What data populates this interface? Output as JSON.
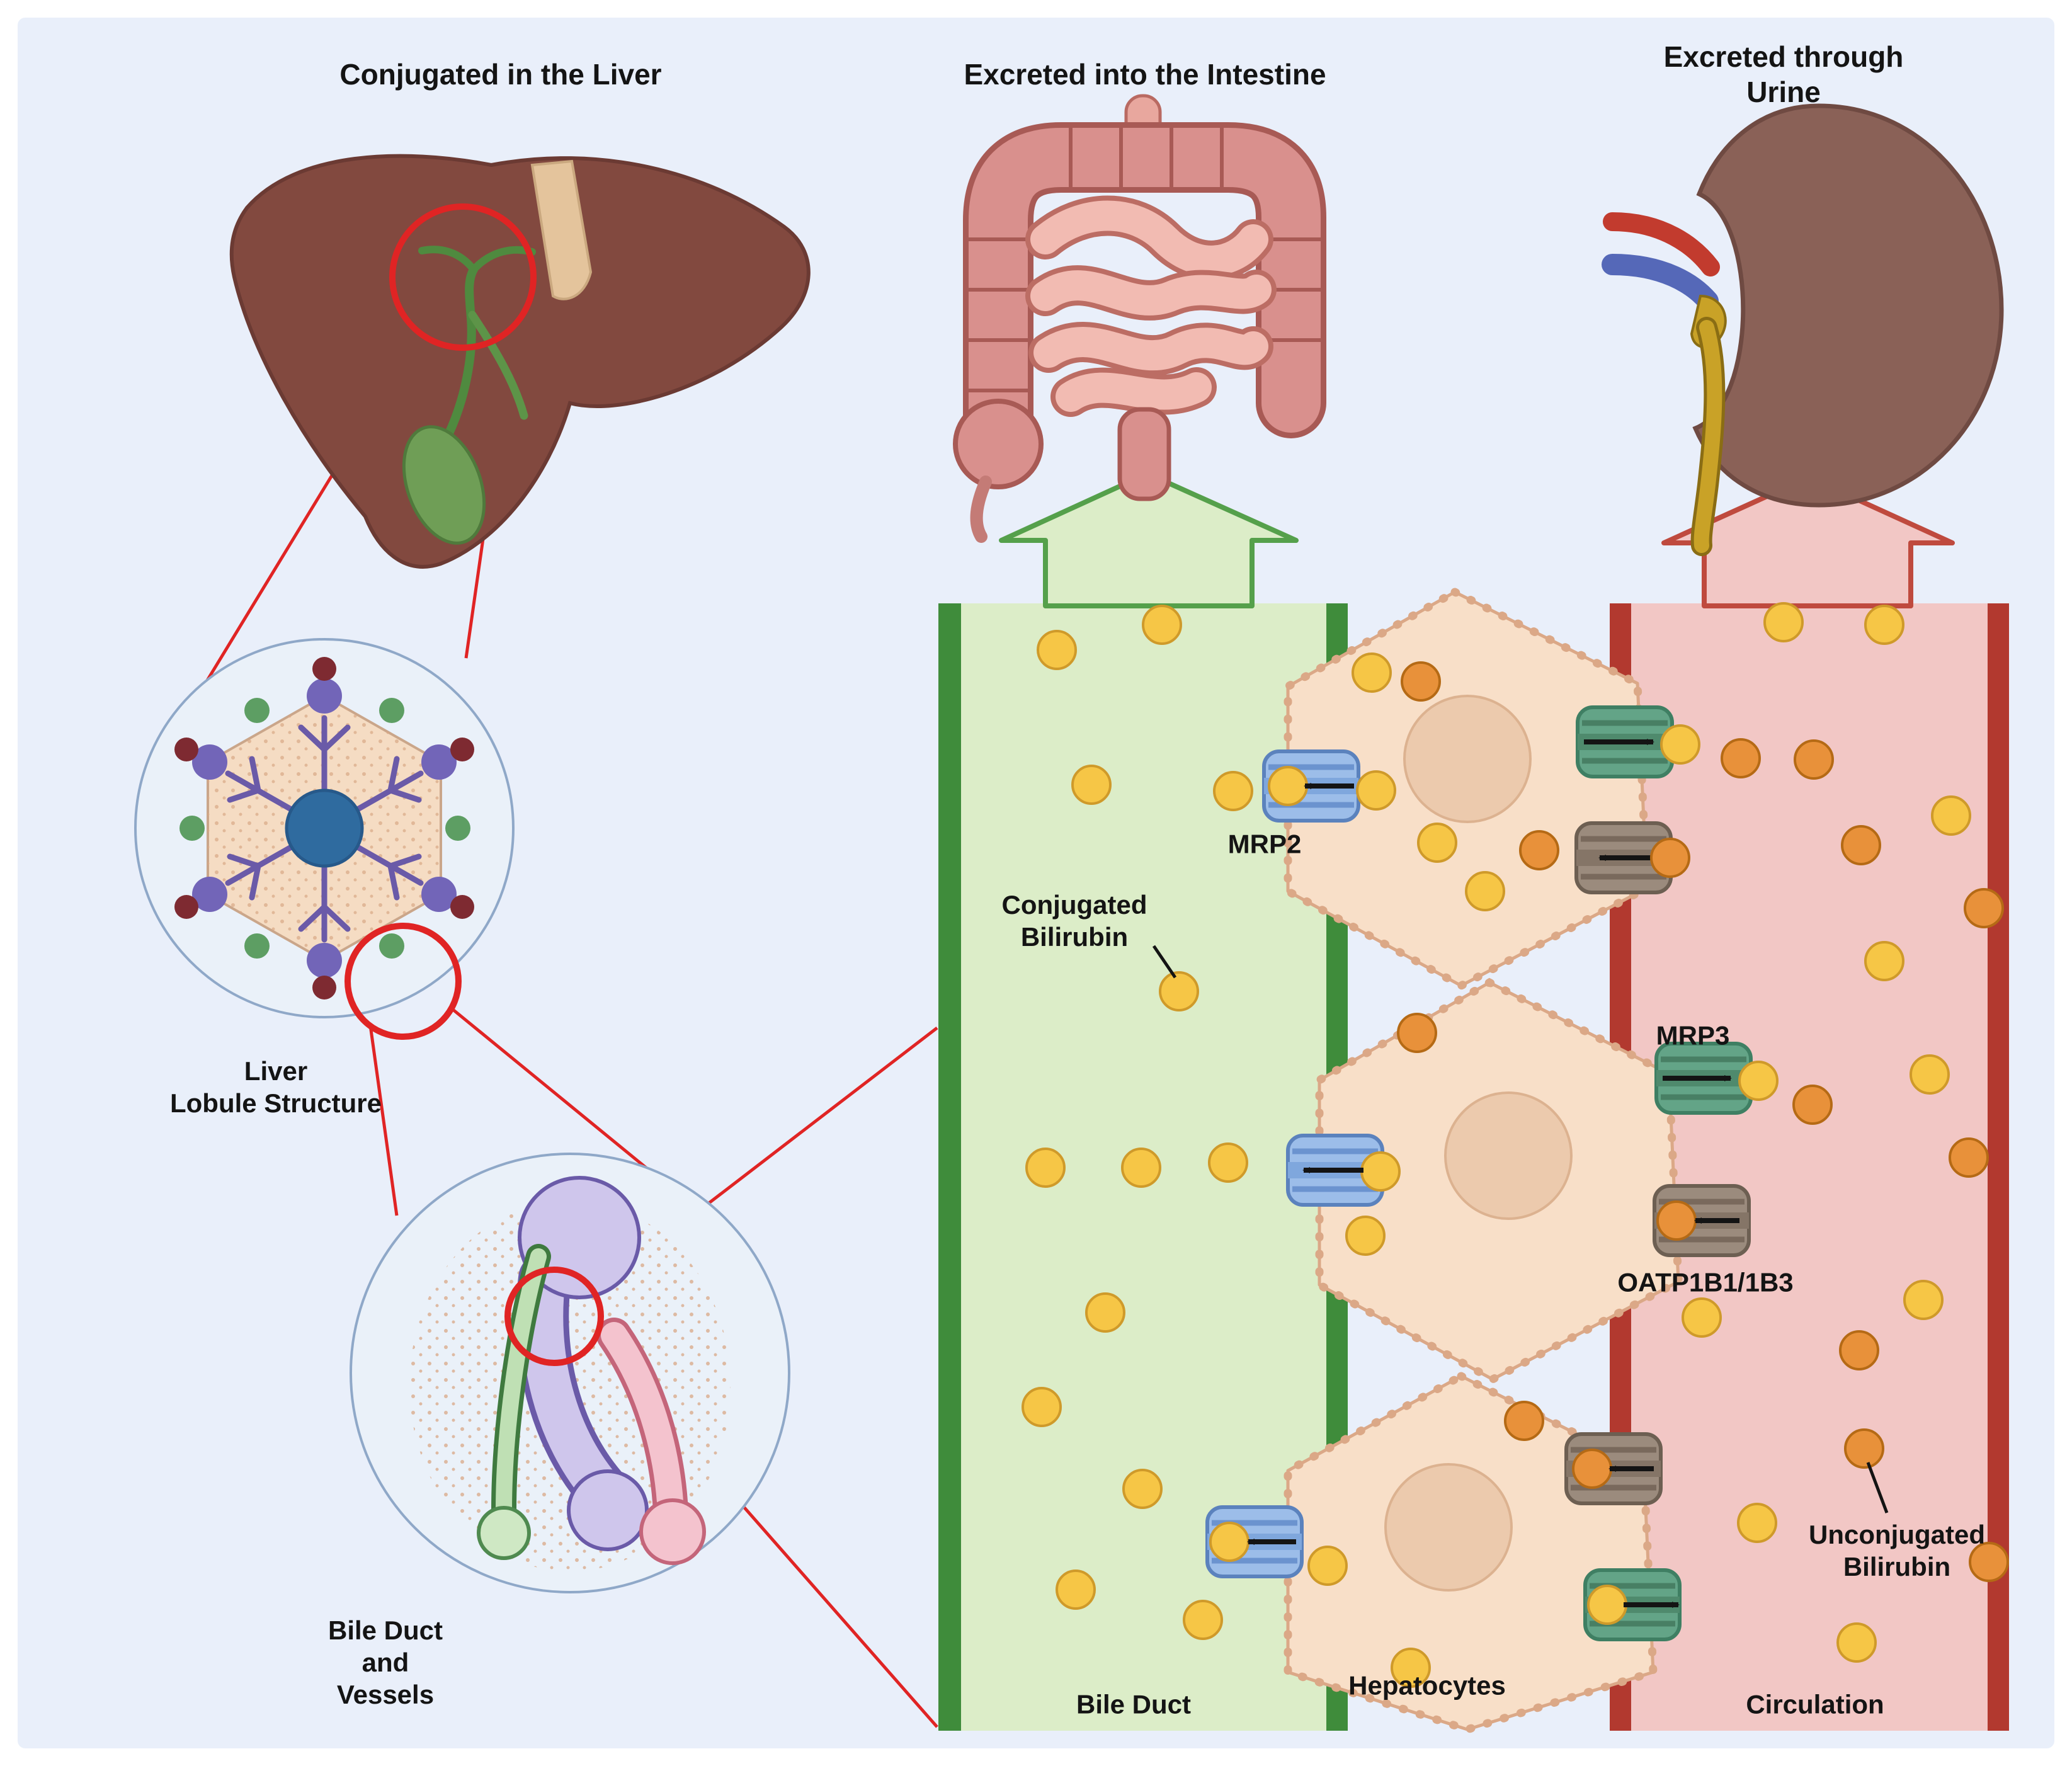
{
  "figure": {
    "headers": {
      "left": "Conjugated in the Liver",
      "center": "Excreted into the Intestine",
      "right": "Excreted through Urine"
    },
    "left_column": {
      "liver_lobule_label": "Liver\nLobule Structure",
      "bile_duct_vessels_label": "Bile Duct\nand\nVessels"
    },
    "panel": {
      "bile_duct_label": "Bile Duct",
      "hepatocytes_label": "Hepatocytes",
      "circulation_label": "Circulation",
      "mrp2_label": "MRP2",
      "mrp3_label": "MRP3",
      "oatp_label": "OATP1B1/1B3",
      "conjugated_label": "Conjugated\nBilirubin",
      "unconjugated_label": "Unconjugated\nBilirubin"
    },
    "legend_colors": {
      "background": "#e9effa",
      "conjugated_bilirubin": "#f6c646",
      "unconjugated_bilirubin": "#e8913a",
      "bile_duct_green": "#3f8c3b",
      "bile_duct_fill": "#dcedc8",
      "circulation_red": "#b2392f",
      "circulation_fill": "#f2c7c5",
      "hepatocyte_fill": "#f8dfc8",
      "mrp2_transporter": "#9cbde9",
      "mrp3_transporter": "#63a487",
      "oatp_transporter": "#9b8b7d"
    }
  }
}
